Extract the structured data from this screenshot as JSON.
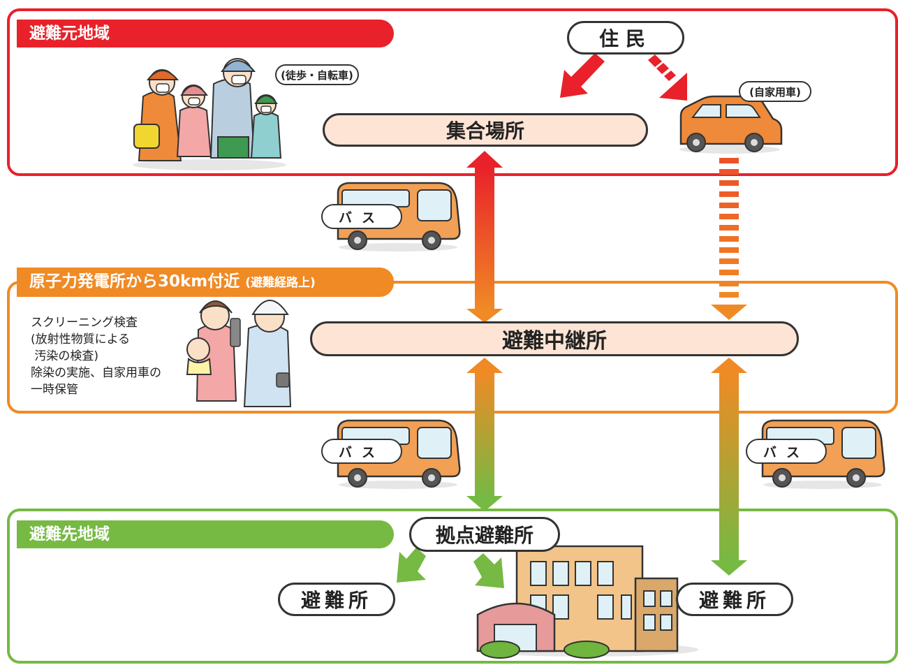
{
  "zones": {
    "origin": {
      "label": "避難元地域",
      "color": "#e8212a"
    },
    "relay": {
      "label": "原子力発電所から30km付近",
      "sub": "(避難経路上)",
      "color": "#f08a25"
    },
    "destination": {
      "label": "避難先地域",
      "color": "#76b943"
    }
  },
  "nodes": {
    "residents": "住民",
    "assembly_point": "集合場所",
    "relay_station": "避難中継所",
    "base_shelter": "拠点避難所",
    "shelter_left": "避難所",
    "shelter_right": "避難所"
  },
  "transport": {
    "walk_bike": "(徒歩・自転車)",
    "private_car": "(自家用車)",
    "bus_1": "バス",
    "bus_2": "バス",
    "bus_3": "バス"
  },
  "relay_note": "スクリーニング検査\n(放射性物質による\n 汚染の検査)\n除染の実施、自家用車の\n一時保管",
  "icons": [
    "evacuees-walking-illustration",
    "car-illustration",
    "bus-illustration",
    "parent-child-inspector-illustration",
    "building-illustration",
    "arrow-icon"
  ]
}
